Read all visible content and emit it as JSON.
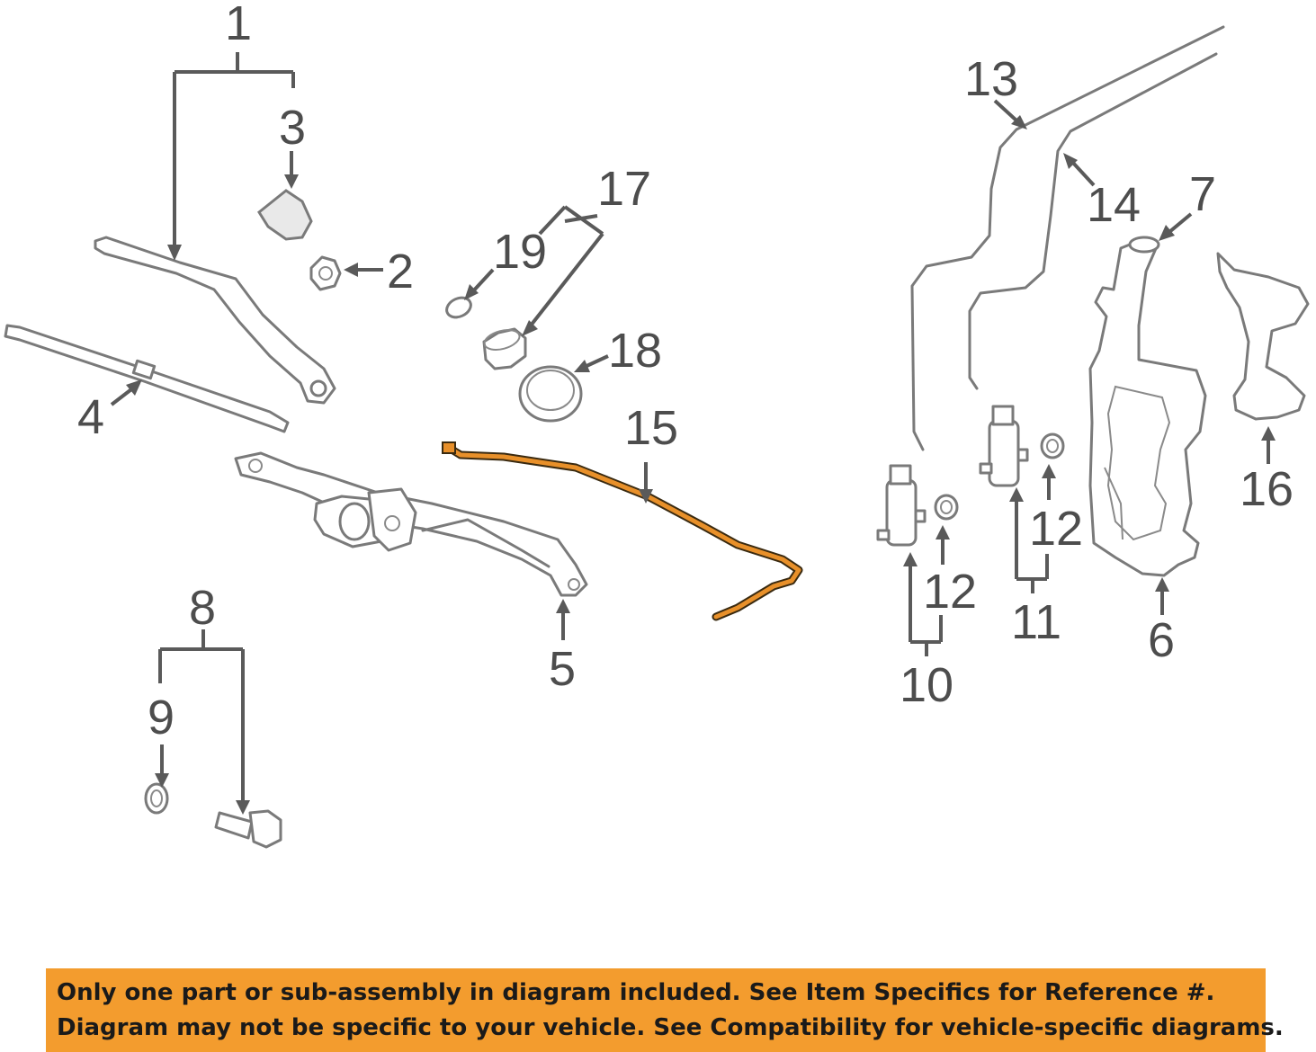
{
  "callouts": {
    "c1": "1",
    "c2": "2",
    "c3": "3",
    "c4": "4",
    "c5": "5",
    "c6": "6",
    "c7": "7",
    "c8": "8",
    "c9": "9",
    "c10": "10",
    "c11": "11",
    "c12a": "12",
    "c12b": "12",
    "c13": "13",
    "c14": "14",
    "c15": "15",
    "c16": "16",
    "c17": "17",
    "c18": "18",
    "c19": "19"
  },
  "colors": {
    "highlight": "#e8902a",
    "banner": "#f39c2e",
    "linework": "#7a7a7a"
  },
  "disclaimer": {
    "line1": "Only one part or sub-assembly in diagram included. See Item Specifics for Reference #.",
    "line2": "Diagram may not be specific to your vehicle. See Compatibility for vehicle-specific diagrams."
  }
}
